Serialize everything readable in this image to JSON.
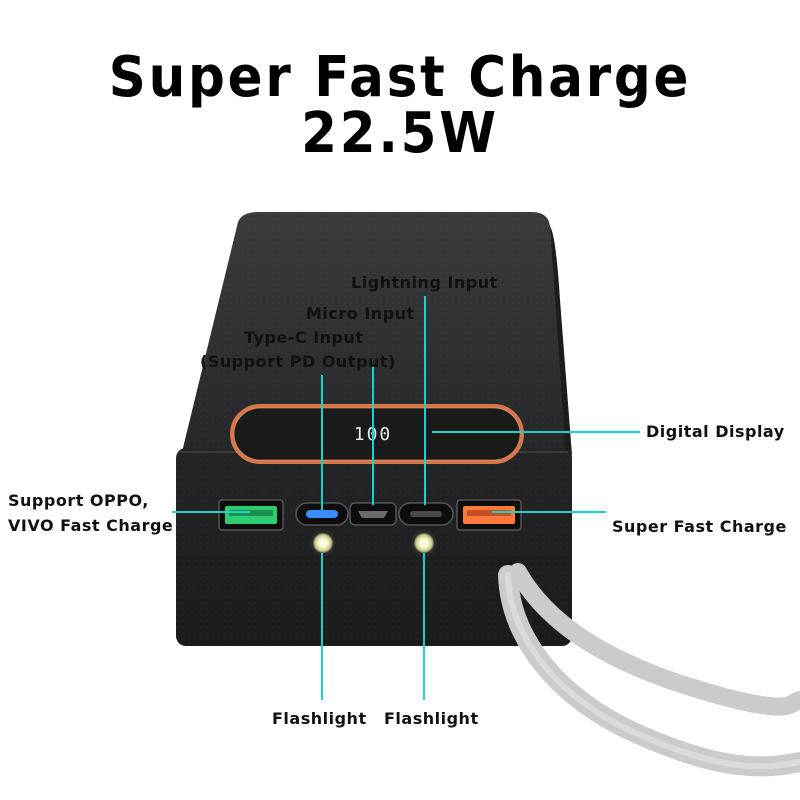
{
  "headline": "Super Fast Charge 22.5W",
  "display_reading": "100",
  "callouts": {
    "lightning_input": "Lightning Input",
    "micro_input": "Micro Input",
    "type_c_input": "Type-C Input",
    "type_c_input_note": "(Support PD Output)",
    "digital_display": "Digital Display",
    "oppo_vivo_line1": "Support OPPO,",
    "oppo_vivo_line2": "VIVO Fast Charge",
    "super_fast_charge": "Super Fast Charge",
    "flashlight_left": "Flashlight",
    "flashlight_right": "Flashlight"
  },
  "colors": {
    "callout_line": "#17d4c8",
    "body": "#1f2021",
    "display_ring": "#d9754a",
    "usb_green": "#2ecc71",
    "usb_orange": "#ff7a3a",
    "typec_blue": "#3a8cff",
    "cable": "#c9cbcc"
  }
}
